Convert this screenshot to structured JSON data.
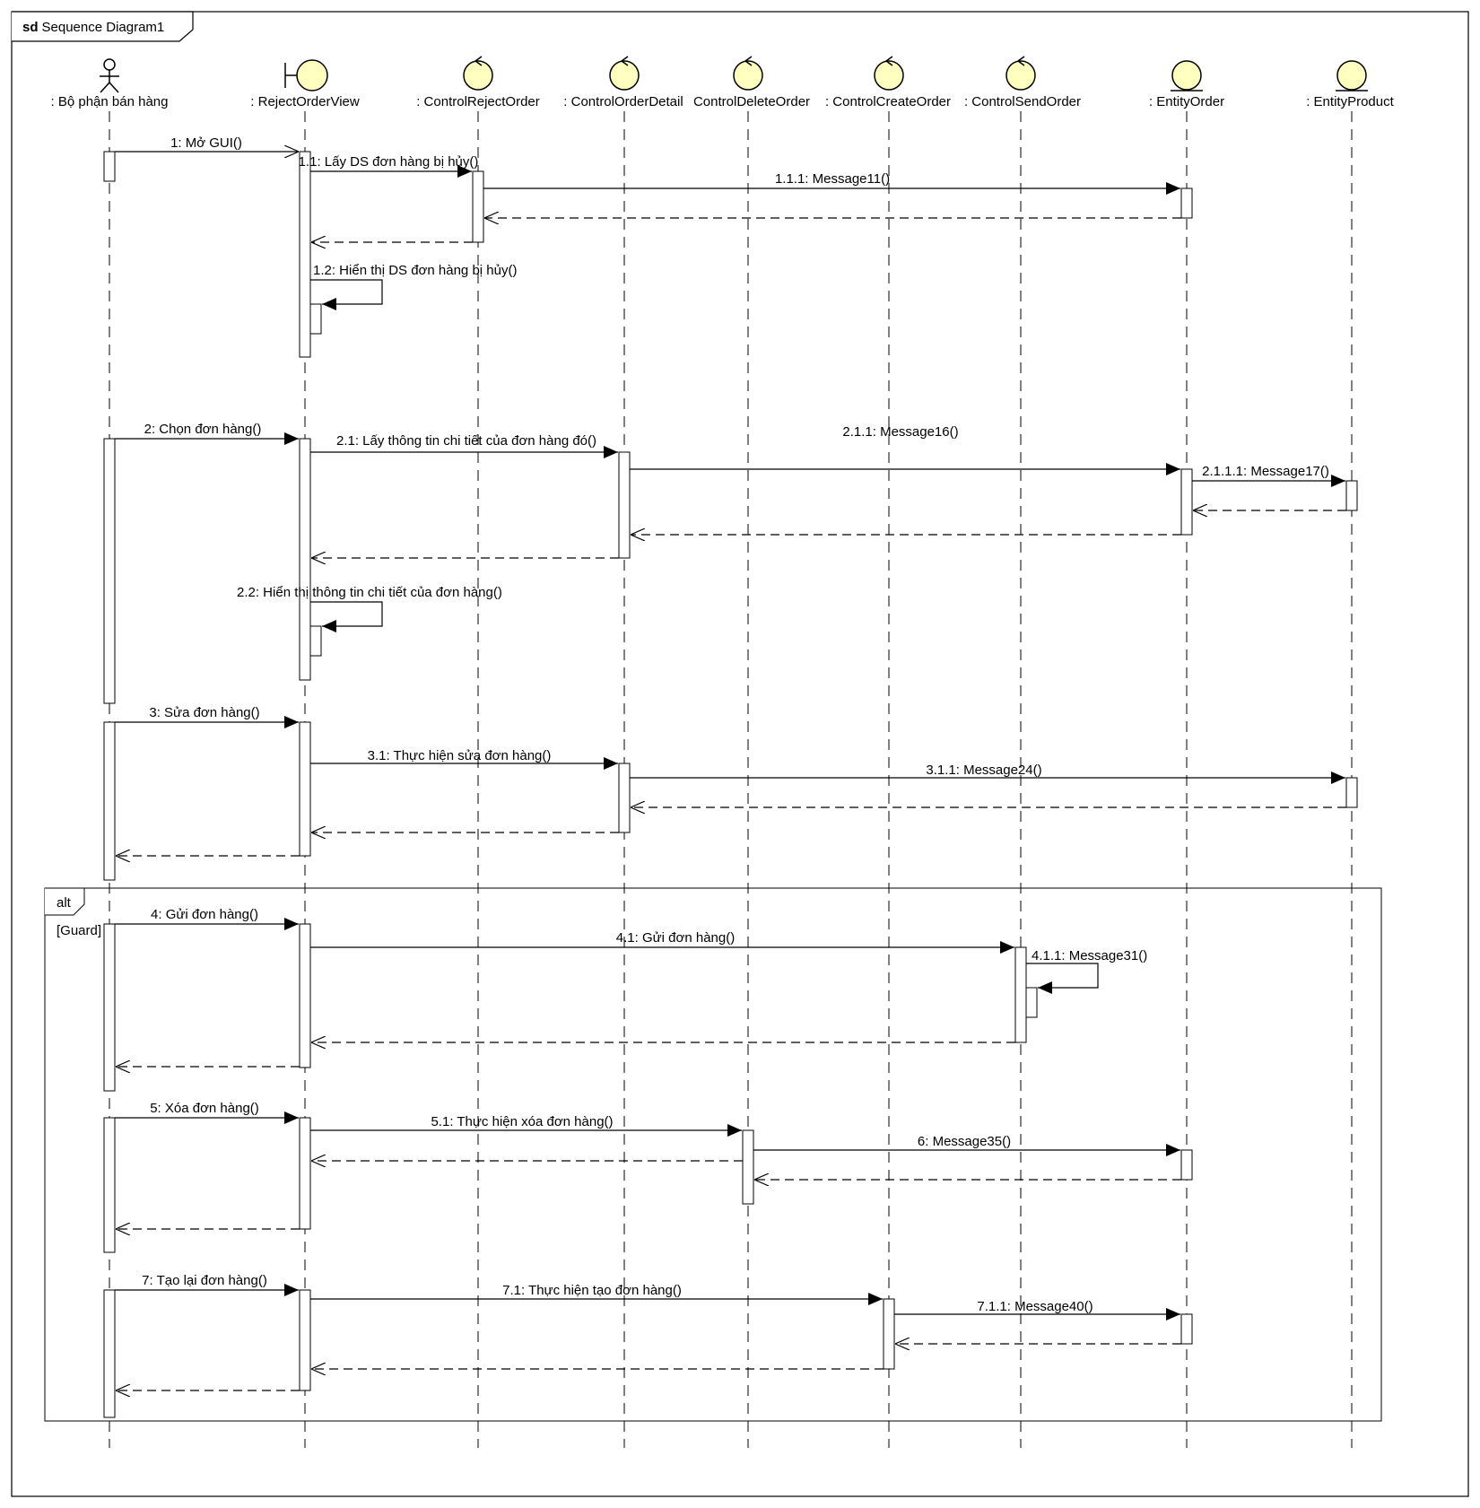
{
  "frame": {
    "keyword": "sd",
    "name": "Sequence Diagram1"
  },
  "lifelines": [
    {
      "id": "actor",
      "kind": "actor",
      "label": ": Bộ phận bán hàng"
    },
    {
      "id": "view",
      "kind": "boundary",
      "label": ": RejectOrderView"
    },
    {
      "id": "cro",
      "kind": "control",
      "label": ": ControlRejectOrder"
    },
    {
      "id": "cod",
      "kind": "control",
      "label": ": ControlOrderDetail"
    },
    {
      "id": "cdo",
      "kind": "control",
      "label": "ControlDeleteOrder"
    },
    {
      "id": "cco",
      "kind": "control",
      "label": ": ControlCreateOrder"
    },
    {
      "id": "cso",
      "kind": "control",
      "label": ": ControlSendOrder"
    },
    {
      "id": "eo",
      "kind": "entity",
      "label": ": EntityOrder"
    },
    {
      "id": "ep",
      "kind": "entity",
      "label": ": EntityProduct"
    }
  ],
  "messages": [
    {
      "label": "1: Mở GUI()",
      "from": "actor",
      "to": "view",
      "type": "async"
    },
    {
      "label": "1.1: Lấy DS đơn hàng bị hủy()",
      "from": "view",
      "to": "cro",
      "type": "sync"
    },
    {
      "label": "1.1.1: Message11()",
      "from": "cro",
      "to": "eo",
      "type": "sync"
    },
    {
      "label": "",
      "from": "eo",
      "to": "cro",
      "type": "return"
    },
    {
      "label": "",
      "from": "cro",
      "to": "view",
      "type": "return"
    },
    {
      "label": "1.2: Hiển thị DS đơn hàng bị hủy()",
      "from": "view",
      "to": "view",
      "type": "self"
    },
    {
      "label": "2: Chọn đơn hàng()",
      "from": "actor",
      "to": "view",
      "type": "sync"
    },
    {
      "label": "2.1: Lấy thông tin chi tiết của đơn hàng đó()",
      "from": "view",
      "to": "cod",
      "type": "sync"
    },
    {
      "label": "2.1.1: Message16()",
      "from": "cod",
      "to": "eo",
      "type": "sync"
    },
    {
      "label": "2.1.1.1: Message17()",
      "from": "eo",
      "to": "ep",
      "type": "sync"
    },
    {
      "label": "",
      "from": "ep",
      "to": "eo",
      "type": "return"
    },
    {
      "label": "",
      "from": "eo",
      "to": "cod",
      "type": "return"
    },
    {
      "label": "",
      "from": "cod",
      "to": "view",
      "type": "return"
    },
    {
      "label": "2.2: Hiển thị thông tin chi tiết của đơn hàng()",
      "from": "view",
      "to": "view",
      "type": "self"
    },
    {
      "label": "3: Sửa đơn hàng()",
      "from": "actor",
      "to": "view",
      "type": "sync"
    },
    {
      "label": "3.1: Thực hiện sửa đơn hàng()",
      "from": "view",
      "to": "cod",
      "type": "sync"
    },
    {
      "label": "3.1.1: Message24()",
      "from": "cod",
      "to": "ep",
      "type": "sync"
    },
    {
      "label": "",
      "from": "ep",
      "to": "cod",
      "type": "return"
    },
    {
      "label": "",
      "from": "cod",
      "to": "view",
      "type": "return"
    },
    {
      "label": "",
      "from": "view",
      "to": "actor",
      "type": "return"
    },
    {
      "label": "4: Gửi đơn hàng()",
      "from": "actor",
      "to": "view",
      "type": "sync"
    },
    {
      "label": "4.1: Gửi đơn hàng()",
      "from": "view",
      "to": "cso",
      "type": "sync"
    },
    {
      "label": "4.1.1: Message31()",
      "from": "cso",
      "to": "cso",
      "type": "self"
    },
    {
      "label": "",
      "from": "cso",
      "to": "view",
      "type": "return"
    },
    {
      "label": "",
      "from": "view",
      "to": "actor",
      "type": "return"
    },
    {
      "label": "5: Xóa đơn hàng()",
      "from": "actor",
      "to": "view",
      "type": "sync"
    },
    {
      "label": "5.1: Thực hiện xóa đơn hàng()",
      "from": "view",
      "to": "cdo",
      "type": "sync"
    },
    {
      "label": "6: Message35()",
      "from": "cdo",
      "to": "eo",
      "type": "sync"
    },
    {
      "label": "",
      "from": "cdo",
      "to": "view",
      "type": "return"
    },
    {
      "label": "",
      "from": "eo",
      "to": "cdo",
      "type": "return"
    },
    {
      "label": "",
      "from": "view",
      "to": "actor",
      "type": "return"
    },
    {
      "label": "7: Tạo lại đơn hàng()",
      "from": "actor",
      "to": "view",
      "type": "sync"
    },
    {
      "label": "7.1: Thực hiện tạo đơn hàng()",
      "from": "view",
      "to": "cco",
      "type": "sync"
    },
    {
      "label": "7.1.1: Message40()",
      "from": "cco",
      "to": "eo",
      "type": "sync"
    },
    {
      "label": "",
      "from": "eo",
      "to": "cco",
      "type": "return"
    },
    {
      "label": "",
      "from": "cco",
      "to": "view",
      "type": "return"
    },
    {
      "label": "",
      "from": "view",
      "to": "actor",
      "type": "return"
    }
  ],
  "fragment": {
    "operator": "alt",
    "guard": "[Guard]"
  },
  "colors": {
    "figure_fill": "#ffffc0",
    "line": "#000000",
    "background": "#ffffff"
  }
}
